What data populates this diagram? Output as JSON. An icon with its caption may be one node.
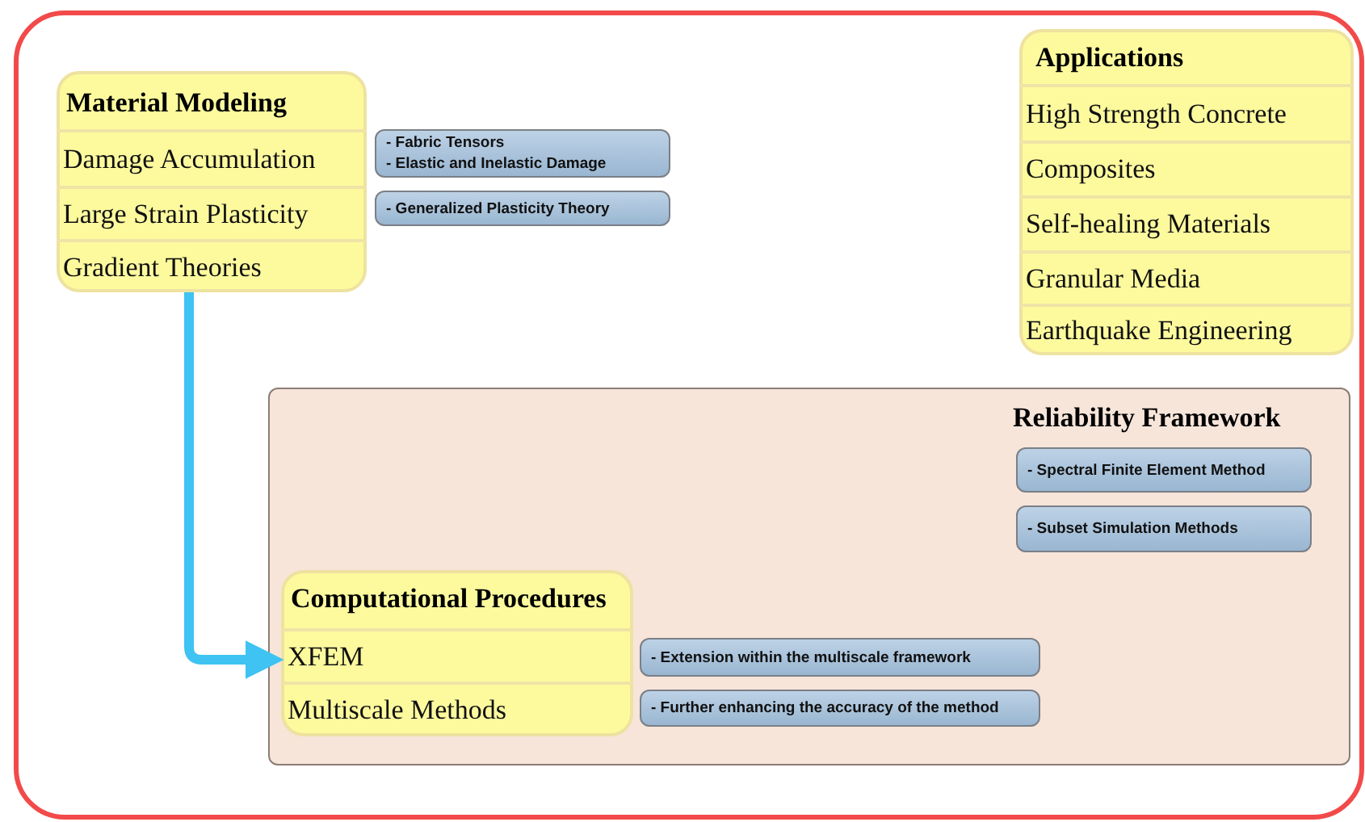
{
  "diagram": {
    "nodes": [
      {
        "text": [
          "Material Modeling"
        ]
      },
      {
        "text": [
          "Damage Accumulation"
        ],
        "in": 0
      },
      {
        "text": [
          "Large Strain Plasticity"
        ],
        "in": 0
      },
      {
        "text": [
          "Gradient Theories"
        ],
        "in": 0
      },
      {
        "text": [
          "- Fabric Tensors",
          "- Elastic and Inelastic Damage"
        ]
      },
      {
        "text": [
          "- Generalized Plasticity Theory"
        ]
      },
      {
        "text": [
          "Applications"
        ]
      },
      {
        "text": [
          "High Strength Concrete"
        ],
        "in": 6
      },
      {
        "text": [
          "Composites"
        ],
        "in": 6
      },
      {
        "text": [
          "Self-healing Materials"
        ],
        "in": 6
      },
      {
        "text": [
          "Granular Media"
        ],
        "in": 6
      },
      {
        "text": [
          "Earthquake Engineering"
        ],
        "in": 6
      },
      {
        "text": [
          "Reliability Framework"
        ]
      },
      {
        "text": [
          "- Spectral Finite Element Method"
        ],
        "in": 12
      },
      {
        "text": [
          "- Subset Simulation Methods"
        ],
        "in": 12
      },
      {
        "text": [
          "Computational Procedures"
        ],
        "in": 12
      },
      {
        "text": [
          "XFEM"
        ],
        "in": 15
      },
      {
        "text": [
          "Multiscale Methods"
        ],
        "in": 15
      },
      {
        "text": [
          "- Extension within the multiscale framework"
        ],
        "in": 12
      },
      {
        "text": [
          "- Further enhancing the accuracy of the method"
        ],
        "in": 12
      }
    ],
    "edges": [
      {
        "from": 3,
        "to": 16,
        "arrow": "to"
      }
    ]
  }
}
